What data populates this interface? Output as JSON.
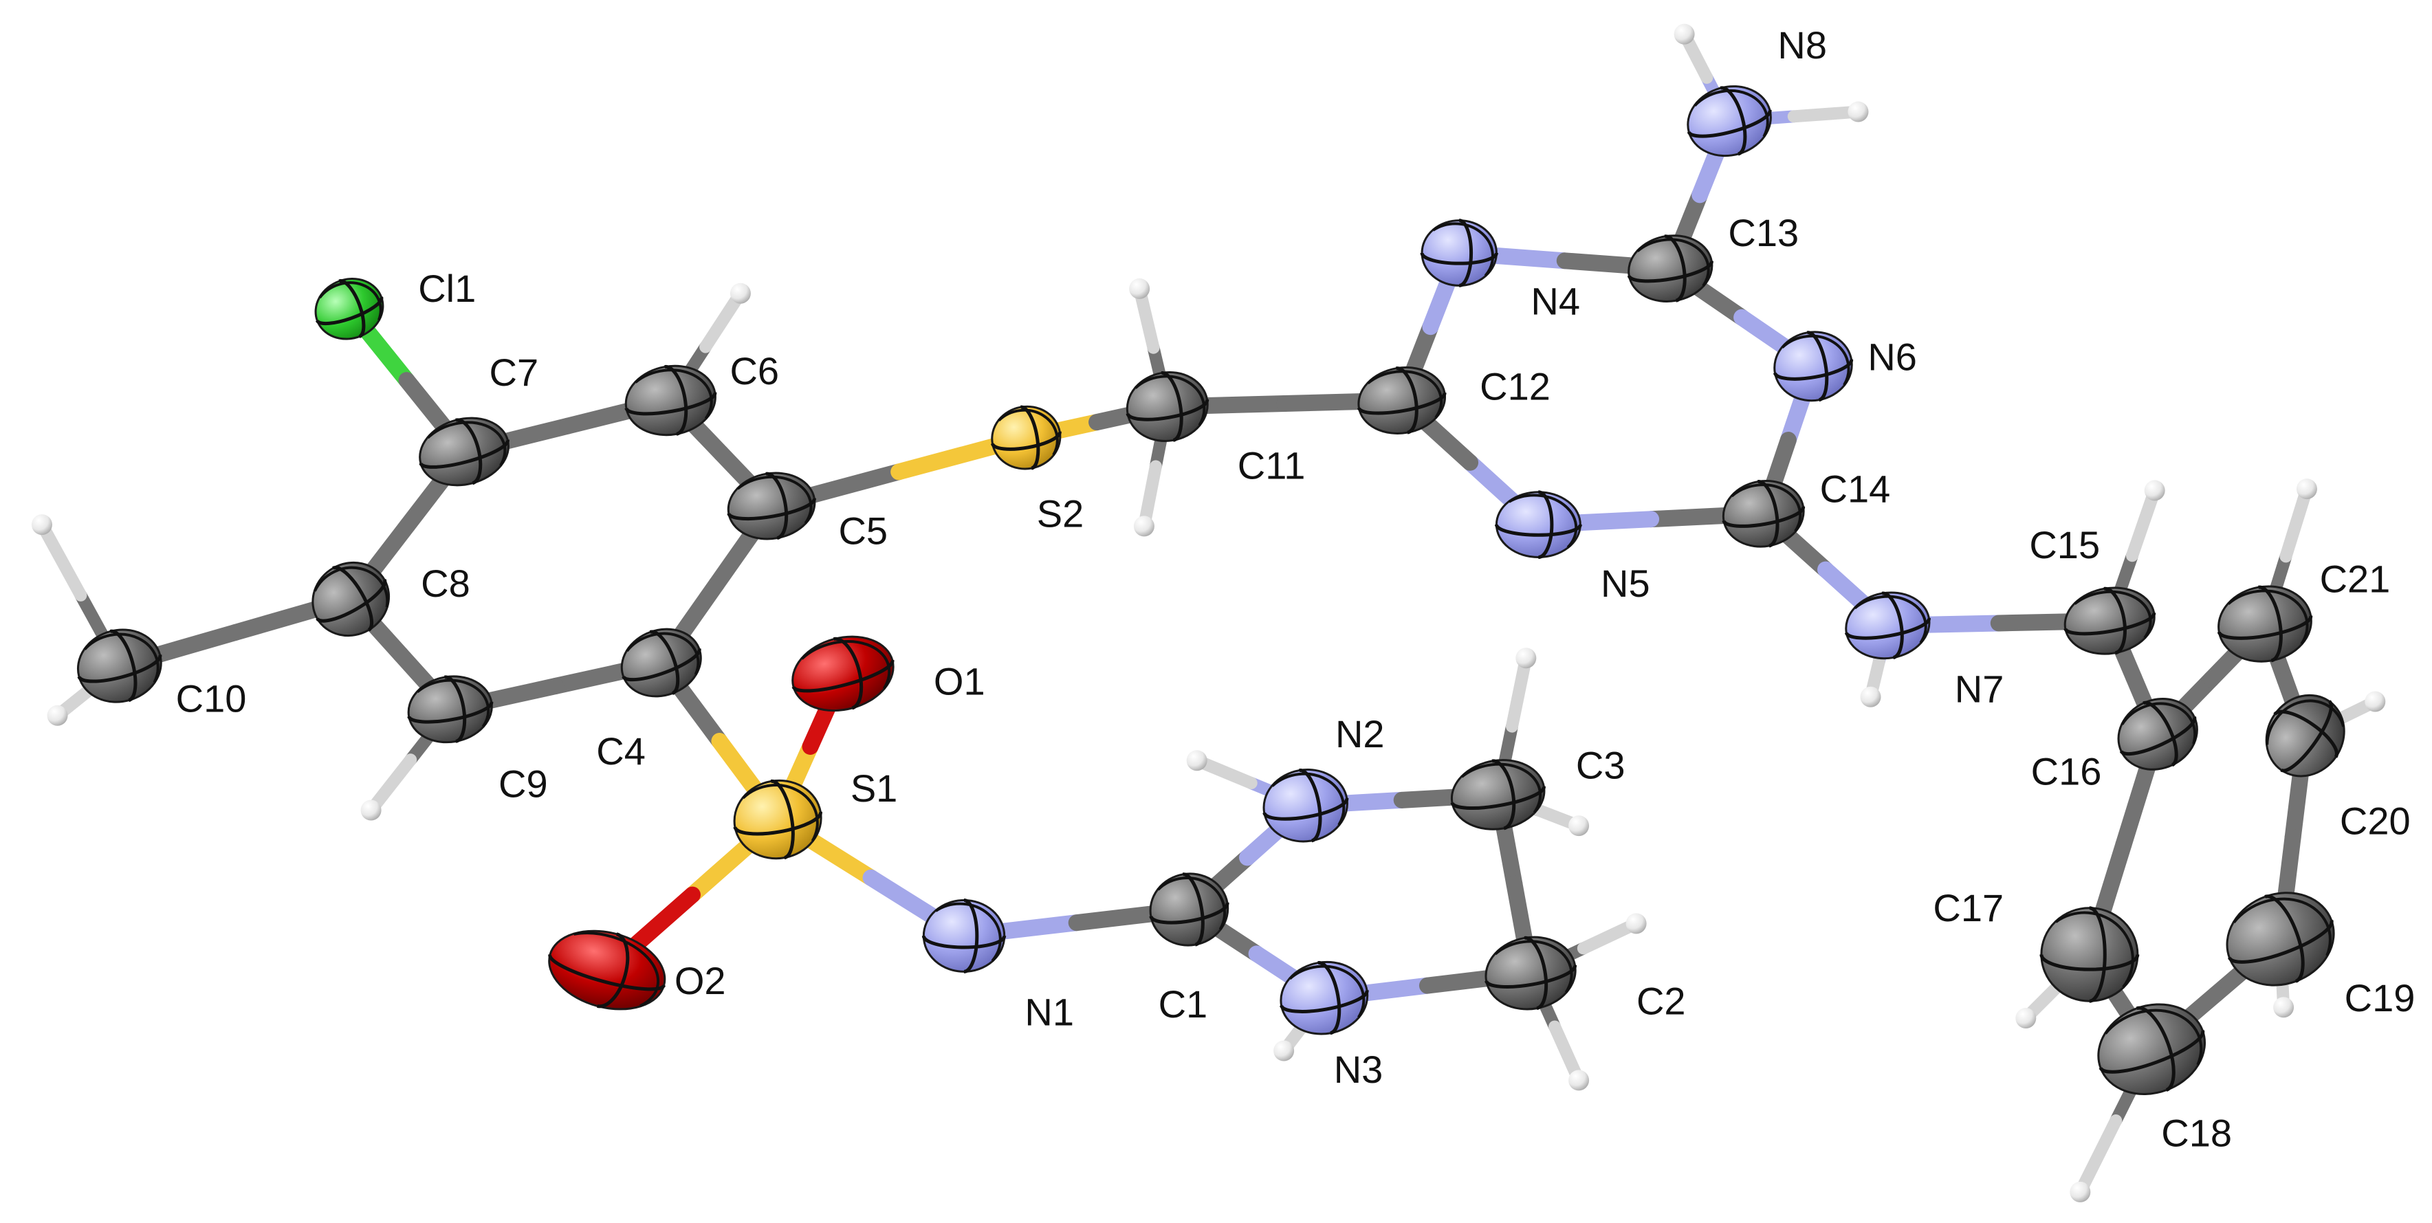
{
  "colors": {
    "carbon": "#6f6f6f",
    "carbon_bond": "#737373",
    "hydrogen": "#e8e8e8",
    "hydrogen_bond": "#d4d4d4",
    "nitrogen": "#9fa3ec",
    "nitrogen_bond": "#a4a8ea",
    "oxygen": "#c00000",
    "oxygen_bond": "#d41010",
    "sulfur": "#f2c034",
    "sulfur_bond": "#f4c73a",
    "chlorine": "#2ec92e",
    "chlorine_bond": "#3fd43f"
  },
  "atoms": [
    {
      "id": "Cl1",
      "label": "Cl1",
      "element": "Cl"
    },
    {
      "id": "C7",
      "label": "C7",
      "element": "C"
    },
    {
      "id": "C6",
      "label": "C6",
      "element": "C"
    },
    {
      "id": "C5",
      "label": "C5",
      "element": "C"
    },
    {
      "id": "C8",
      "label": "C8",
      "element": "C"
    },
    {
      "id": "C10",
      "label": "C10",
      "element": "C"
    },
    {
      "id": "C9",
      "label": "C9",
      "element": "C"
    },
    {
      "id": "C4",
      "label": "C4",
      "element": "C"
    },
    {
      "id": "S2",
      "label": "S2",
      "element": "S"
    },
    {
      "id": "C11",
      "label": "C11",
      "element": "C"
    },
    {
      "id": "C12",
      "label": "C12",
      "element": "C"
    },
    {
      "id": "N4",
      "label": "N4",
      "element": "N"
    },
    {
      "id": "C13",
      "label": "C13",
      "element": "C"
    },
    {
      "id": "N8",
      "label": "N8",
      "element": "N"
    },
    {
      "id": "N6",
      "label": "N6",
      "element": "N"
    },
    {
      "id": "C14",
      "label": "C14",
      "element": "C"
    },
    {
      "id": "N5",
      "label": "N5",
      "element": "N"
    },
    {
      "id": "N7",
      "label": "N7",
      "element": "N"
    },
    {
      "id": "C15",
      "label": "C15",
      "element": "C"
    },
    {
      "id": "C16",
      "label": "C16",
      "element": "C"
    },
    {
      "id": "C21",
      "label": "C21",
      "element": "C"
    },
    {
      "id": "C20",
      "label": "C20",
      "element": "C"
    },
    {
      "id": "C19",
      "label": "C19",
      "element": "C"
    },
    {
      "id": "C18",
      "label": "C18",
      "element": "C"
    },
    {
      "id": "C17",
      "label": "C17",
      "element": "C"
    },
    {
      "id": "S1",
      "label": "S1",
      "element": "S"
    },
    {
      "id": "O1",
      "label": "O1",
      "element": "O"
    },
    {
      "id": "O2",
      "label": "O2",
      "element": "O"
    },
    {
      "id": "N1",
      "label": "N1",
      "element": "N"
    },
    {
      "id": "C1",
      "label": "C1",
      "element": "C"
    },
    {
      "id": "N2",
      "label": "N2",
      "element": "N"
    },
    {
      "id": "N3",
      "label": "N3",
      "element": "N"
    },
    {
      "id": "C3",
      "label": "C3",
      "element": "C"
    },
    {
      "id": "C2",
      "label": "C2",
      "element": "C"
    }
  ]
}
